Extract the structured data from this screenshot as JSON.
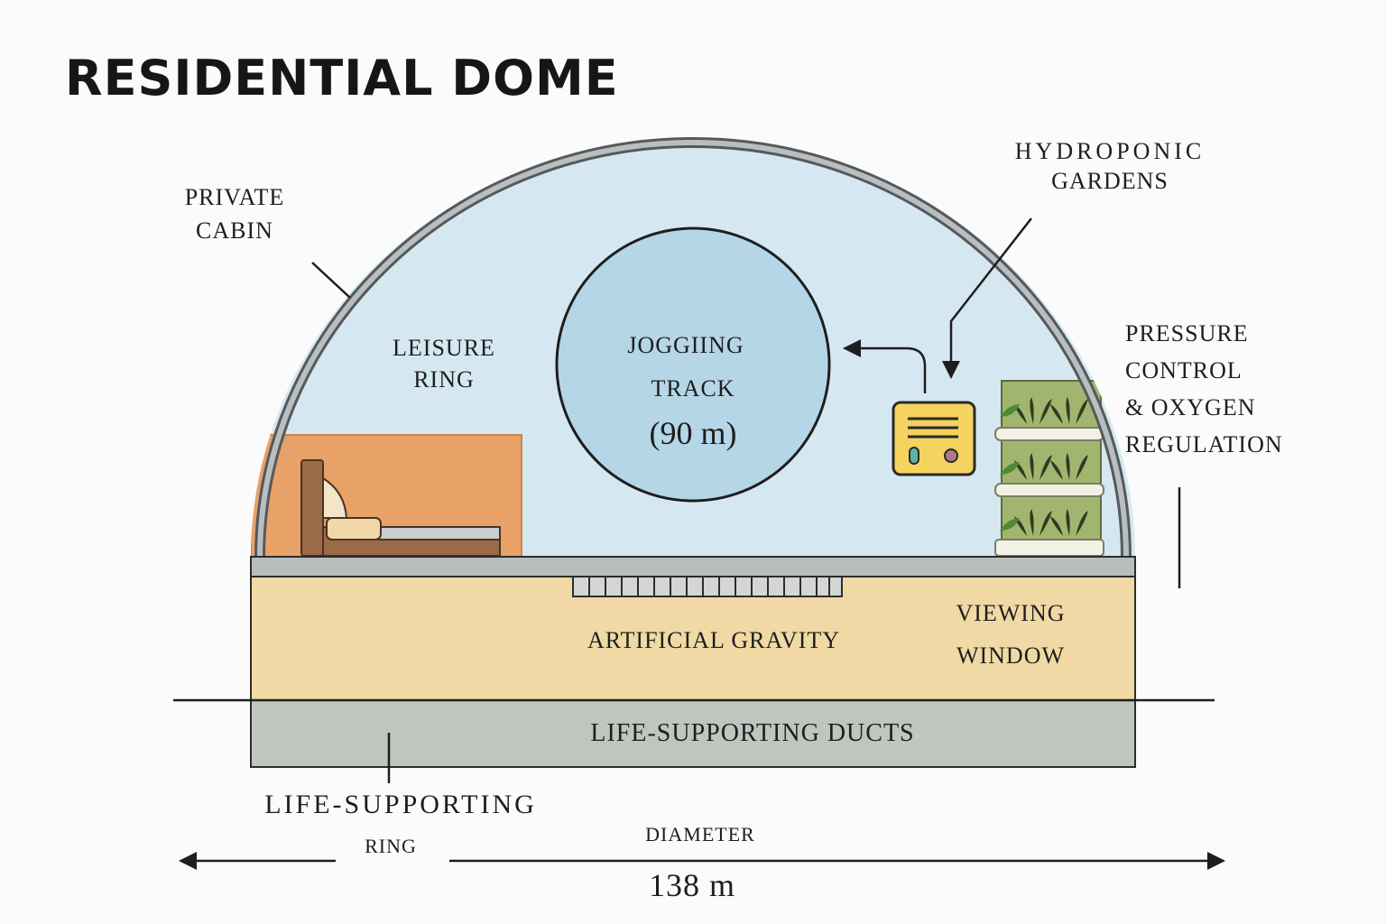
{
  "title": "RESIDENTIAL DOME",
  "labels": {
    "private_cabin": [
      "PRIVATE",
      "CABIN"
    ],
    "hydroponic_gardens": [
      "HYDROPONIC",
      "GARDENS"
    ],
    "leisure_ring": [
      "LEISURE",
      "RING"
    ],
    "jogging_track": [
      "JOGGIING",
      "TRACK"
    ],
    "jogging_length": "(90 m)",
    "pressure_control": [
      "PRESSURE",
      "CONTROL",
      "& OXYGEN",
      "REGULATION"
    ],
    "artificial_gravity": "ARTIFICIAL GRAVITY",
    "viewing_window": [
      "VIEWING",
      "WINDOW"
    ],
    "life_supporting_ducts": "LIFE-SUPPORTING DUCTS",
    "life_supporting_ring": [
      "LIFE-SUPPORTING",
      "RING"
    ],
    "diameter": "DIAMETER",
    "diameter_value": "138 m"
  },
  "colors": {
    "dome_interior": "#d5e8f1",
    "jogging_track": "#b5d6e6",
    "gravity_band": "#f0d9a4",
    "ducts": "#c1c5c0",
    "floor": "#b8bdbb",
    "cabin_wall": "#e8a167",
    "garden": "#a2b56e",
    "control_panel": "#f4d35e"
  },
  "icons": [
    "bed-icon",
    "control-panel-icon",
    "plant-icon"
  ]
}
